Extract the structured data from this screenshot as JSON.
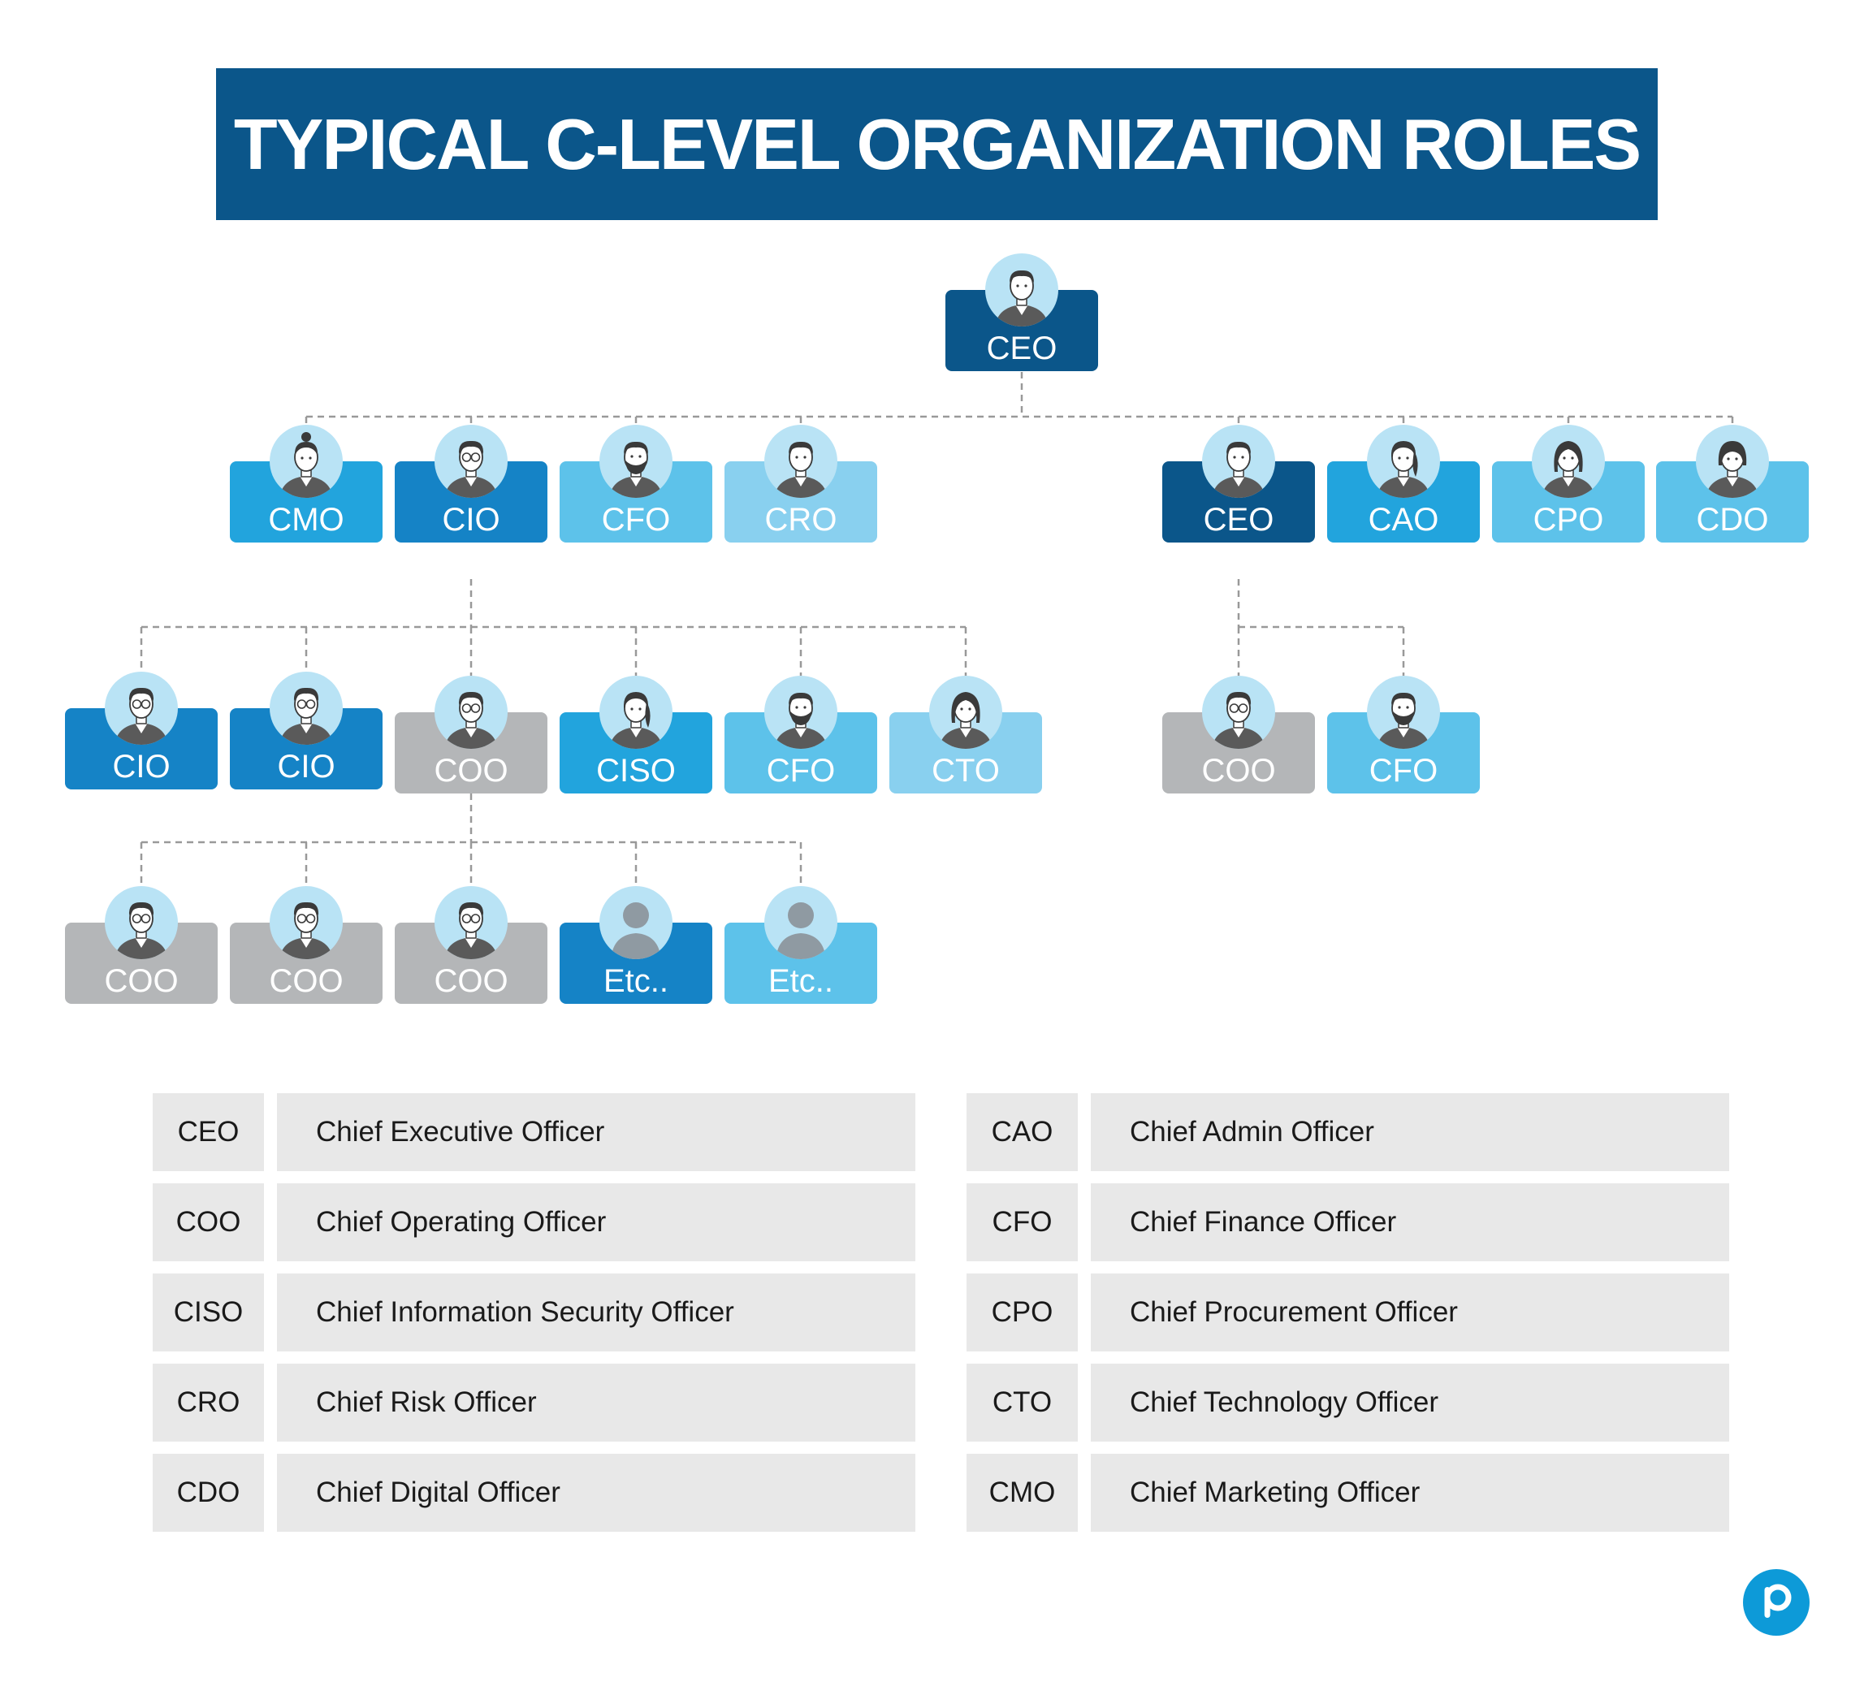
{
  "title": "TYPICAL C-LEVEL ORGANIZATION ROLES",
  "colors": {
    "title_bg": "#0b568a",
    "navy": "#0b568a",
    "blue": "#1583c6",
    "sky": "#22a4dd",
    "light_sky": "#5dc2ea",
    "pale_sky": "#89d0ef",
    "gray": "#b4b6b8",
    "connector": "#999999",
    "legend_bg": "#e8e8e8",
    "avatar_bg": "#b9e3f5"
  },
  "nodes": [
    {
      "id": "root-ceo",
      "label": "CEO",
      "color": "navy",
      "avatar": "man-icon"
    },
    {
      "id": "l1-cmo",
      "label": "CMO",
      "color": "sky",
      "avatar": "woman-bun-icon"
    },
    {
      "id": "l1-cio",
      "label": "CIO",
      "color": "blue",
      "avatar": "man-glasses-icon"
    },
    {
      "id": "l1-cfo",
      "label": "CFO",
      "color": "light_sky",
      "avatar": "man-beard-icon"
    },
    {
      "id": "l1-cro",
      "label": "CRO",
      "color": "pale_sky",
      "avatar": "man-icon"
    },
    {
      "id": "l1-ceo",
      "label": "CEO",
      "color": "navy",
      "avatar": "man-icon"
    },
    {
      "id": "l1-cao",
      "label": "CAO",
      "color": "sky",
      "avatar": "woman-ponytail-icon"
    },
    {
      "id": "l1-cpo",
      "label": "CPO",
      "color": "light_sky",
      "avatar": "woman-icon"
    },
    {
      "id": "l1-cdo",
      "label": "CDO",
      "color": "light_sky",
      "avatar": "woman-bob-icon"
    },
    {
      "id": "l2-cio-a",
      "label": "CIO",
      "color": "blue",
      "avatar": "man-glasses-icon"
    },
    {
      "id": "l2-cio-b",
      "label": "CIO",
      "color": "blue",
      "avatar": "man-glasses-icon"
    },
    {
      "id": "l2-coo",
      "label": "COO",
      "color": "gray",
      "avatar": "man-glasses-icon"
    },
    {
      "id": "l2-ciso",
      "label": "CISO",
      "color": "sky",
      "avatar": "woman-ponytail-icon"
    },
    {
      "id": "l2-cfo",
      "label": "CFO",
      "color": "light_sky",
      "avatar": "man-beard-icon"
    },
    {
      "id": "l2-cto",
      "label": "CTO",
      "color": "pale_sky",
      "avatar": "woman-icon"
    },
    {
      "id": "l2-coo-r",
      "label": "COO",
      "color": "gray",
      "avatar": "man-glasses-icon"
    },
    {
      "id": "l2-cfo-r",
      "label": "CFO",
      "color": "light_sky",
      "avatar": "man-beard-icon"
    },
    {
      "id": "l3-coo-a",
      "label": "COO",
      "color": "gray",
      "avatar": "man-glasses-icon"
    },
    {
      "id": "l3-coo-b",
      "label": "COO",
      "color": "gray",
      "avatar": "man-glasses-icon"
    },
    {
      "id": "l3-coo-c",
      "label": "COO",
      "color": "gray",
      "avatar": "man-glasses-icon"
    },
    {
      "id": "l3-etc-a",
      "label": "Etc..",
      "color": "blue",
      "avatar": "generic-person-icon"
    },
    {
      "id": "l3-etc-b",
      "label": "Etc..",
      "color": "light_sky",
      "avatar": "generic-person-icon"
    }
  ],
  "legend": {
    "left": [
      {
        "abbr": "CEO",
        "full": "Chief Executive Officer"
      },
      {
        "abbr": "COO",
        "full": "Chief Operating Officer"
      },
      {
        "abbr": "CISO",
        "full": "Chief Information Security Officer"
      },
      {
        "abbr": "CRO",
        "full": "Chief Risk Officer"
      },
      {
        "abbr": "CDO",
        "full": "Chief Digital Officer"
      }
    ],
    "right": [
      {
        "abbr": "CAO",
        "full": "Chief Admin Officer"
      },
      {
        "abbr": "CFO",
        "full": "Chief Finance Officer"
      },
      {
        "abbr": "CPO",
        "full": "Chief Procurement Officer"
      },
      {
        "abbr": "CTO",
        "full": "Chief Technology Officer"
      },
      {
        "abbr": "CMO",
        "full": "Chief Marketing Officer"
      }
    ]
  },
  "logo": {
    "icon": "p-logo-icon",
    "letter": "p"
  }
}
